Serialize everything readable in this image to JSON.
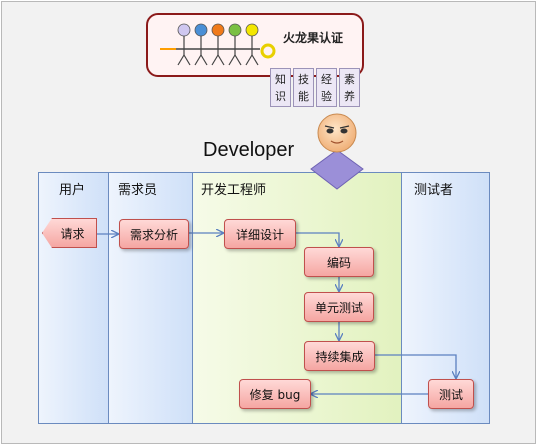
{
  "logo": {
    "text": "火龙果认证"
  },
  "qualities": [
    "知识",
    "技能",
    "经验",
    "素养"
  ],
  "title": "Developer",
  "lanes": [
    {
      "label": "用户"
    },
    {
      "label": "需求员"
    },
    {
      "label": "开发工程师"
    },
    {
      "label": "测试者"
    }
  ],
  "steps": {
    "request": "请求",
    "analysis": "需求分析",
    "design": "详细设计",
    "coding": "编码",
    "unit_test": "单元测试",
    "integration": "持续集成",
    "testing": "测试",
    "fix_bug": "修复 bug"
  },
  "colors": {
    "lane_fill": "#d7e6fb",
    "dev_lane_fill": "#ecf7d3",
    "box_border": "#c0504d",
    "arrow": "#5b80c0",
    "diamond": "#9b8fd8",
    "logo_border": "#8b1a1a"
  }
}
